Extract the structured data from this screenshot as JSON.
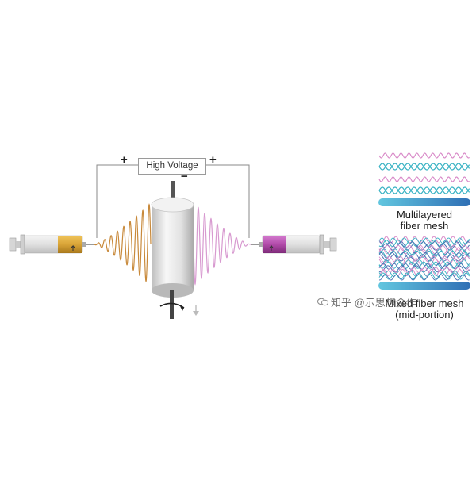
{
  "diagram": {
    "power_supply_label": "High Voltage",
    "signs": {
      "left_plus": "+",
      "right_plus": "+",
      "center_minus": "−"
    },
    "colors": {
      "left_syringe": "#d9a437",
      "right_syringe": "#b14aa9",
      "left_jet": "#c8893a",
      "right_jet": "#d89ad0",
      "collector": "#e6e6e6",
      "wire": "#8a8a8a",
      "fiber_pink": "#d98bc9",
      "fiber_teal": "#3ab3c4",
      "fiber_blue": "#4a6fb3",
      "bar_start": "#62c6df",
      "bar_end": "#2f6fb5"
    },
    "icons": [
      "left-syringe-icon",
      "right-syringe-icon",
      "rotating-collector-icon",
      "rotation-arrow-icon"
    ]
  },
  "mesh_panels": {
    "top": {
      "line1": "Multilayered",
      "line2": "fiber mesh"
    },
    "bottom": {
      "line1": "Mixed fiber mesh",
      "line2": "(mid-portion)"
    }
  },
  "watermark": {
    "text": "知乎 @示思想合作"
  }
}
